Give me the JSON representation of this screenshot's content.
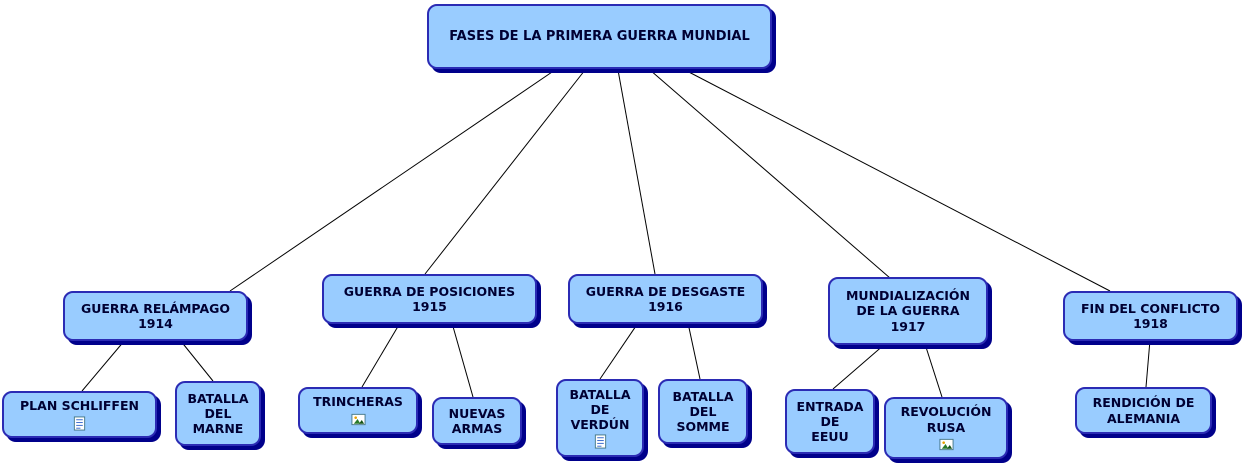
{
  "diagram": {
    "type": "concept-map",
    "colors": {
      "node_fill": "#99CCFF",
      "node_border": "#2B2BB4",
      "node_shadow": "#00008B",
      "edge": "#000000",
      "text": "#000033",
      "background": "#FFFFFF"
    },
    "tree": {
      "label": "FASES DE LA PRIMERA GUERRA MUNDIAL",
      "children": [
        {
          "label": "GUERRA RELÁMPAGO\n1914",
          "children": [
            {
              "label": "PLAN SCHLIFFEN",
              "icon": "document-icon"
            },
            {
              "label": "BATALLA\nDEL\nMARNE"
            }
          ]
        },
        {
          "label": "GUERRA DE POSICIONES\n1915",
          "children": [
            {
              "label": "TRINCHERAS",
              "icon": "image-icon"
            },
            {
              "label": "NUEVAS\nARMAS"
            }
          ]
        },
        {
          "label": "GUERRA DE DESGASTE\n1916",
          "children": [
            {
              "label": "BATALLA\nDE\nVERDÚN",
              "icon": "document-icon"
            },
            {
              "label": "BATALLA\nDEL\nSOMME"
            }
          ]
        },
        {
          "label": "MUNDIALIZACIÓN\nDE LA GUERRA\n1917",
          "children": [
            {
              "label": "ENTRADA\nDE\nEEUU"
            },
            {
              "label": "REVOLUCIÓN\nRUSA",
              "icon": "image-icon"
            }
          ]
        },
        {
          "label": "FIN DEL CONFLICTO\n1918",
          "children": [
            {
              "label": "RENDICIÓN DE\nALEMANIA"
            }
          ]
        }
      ]
    }
  }
}
